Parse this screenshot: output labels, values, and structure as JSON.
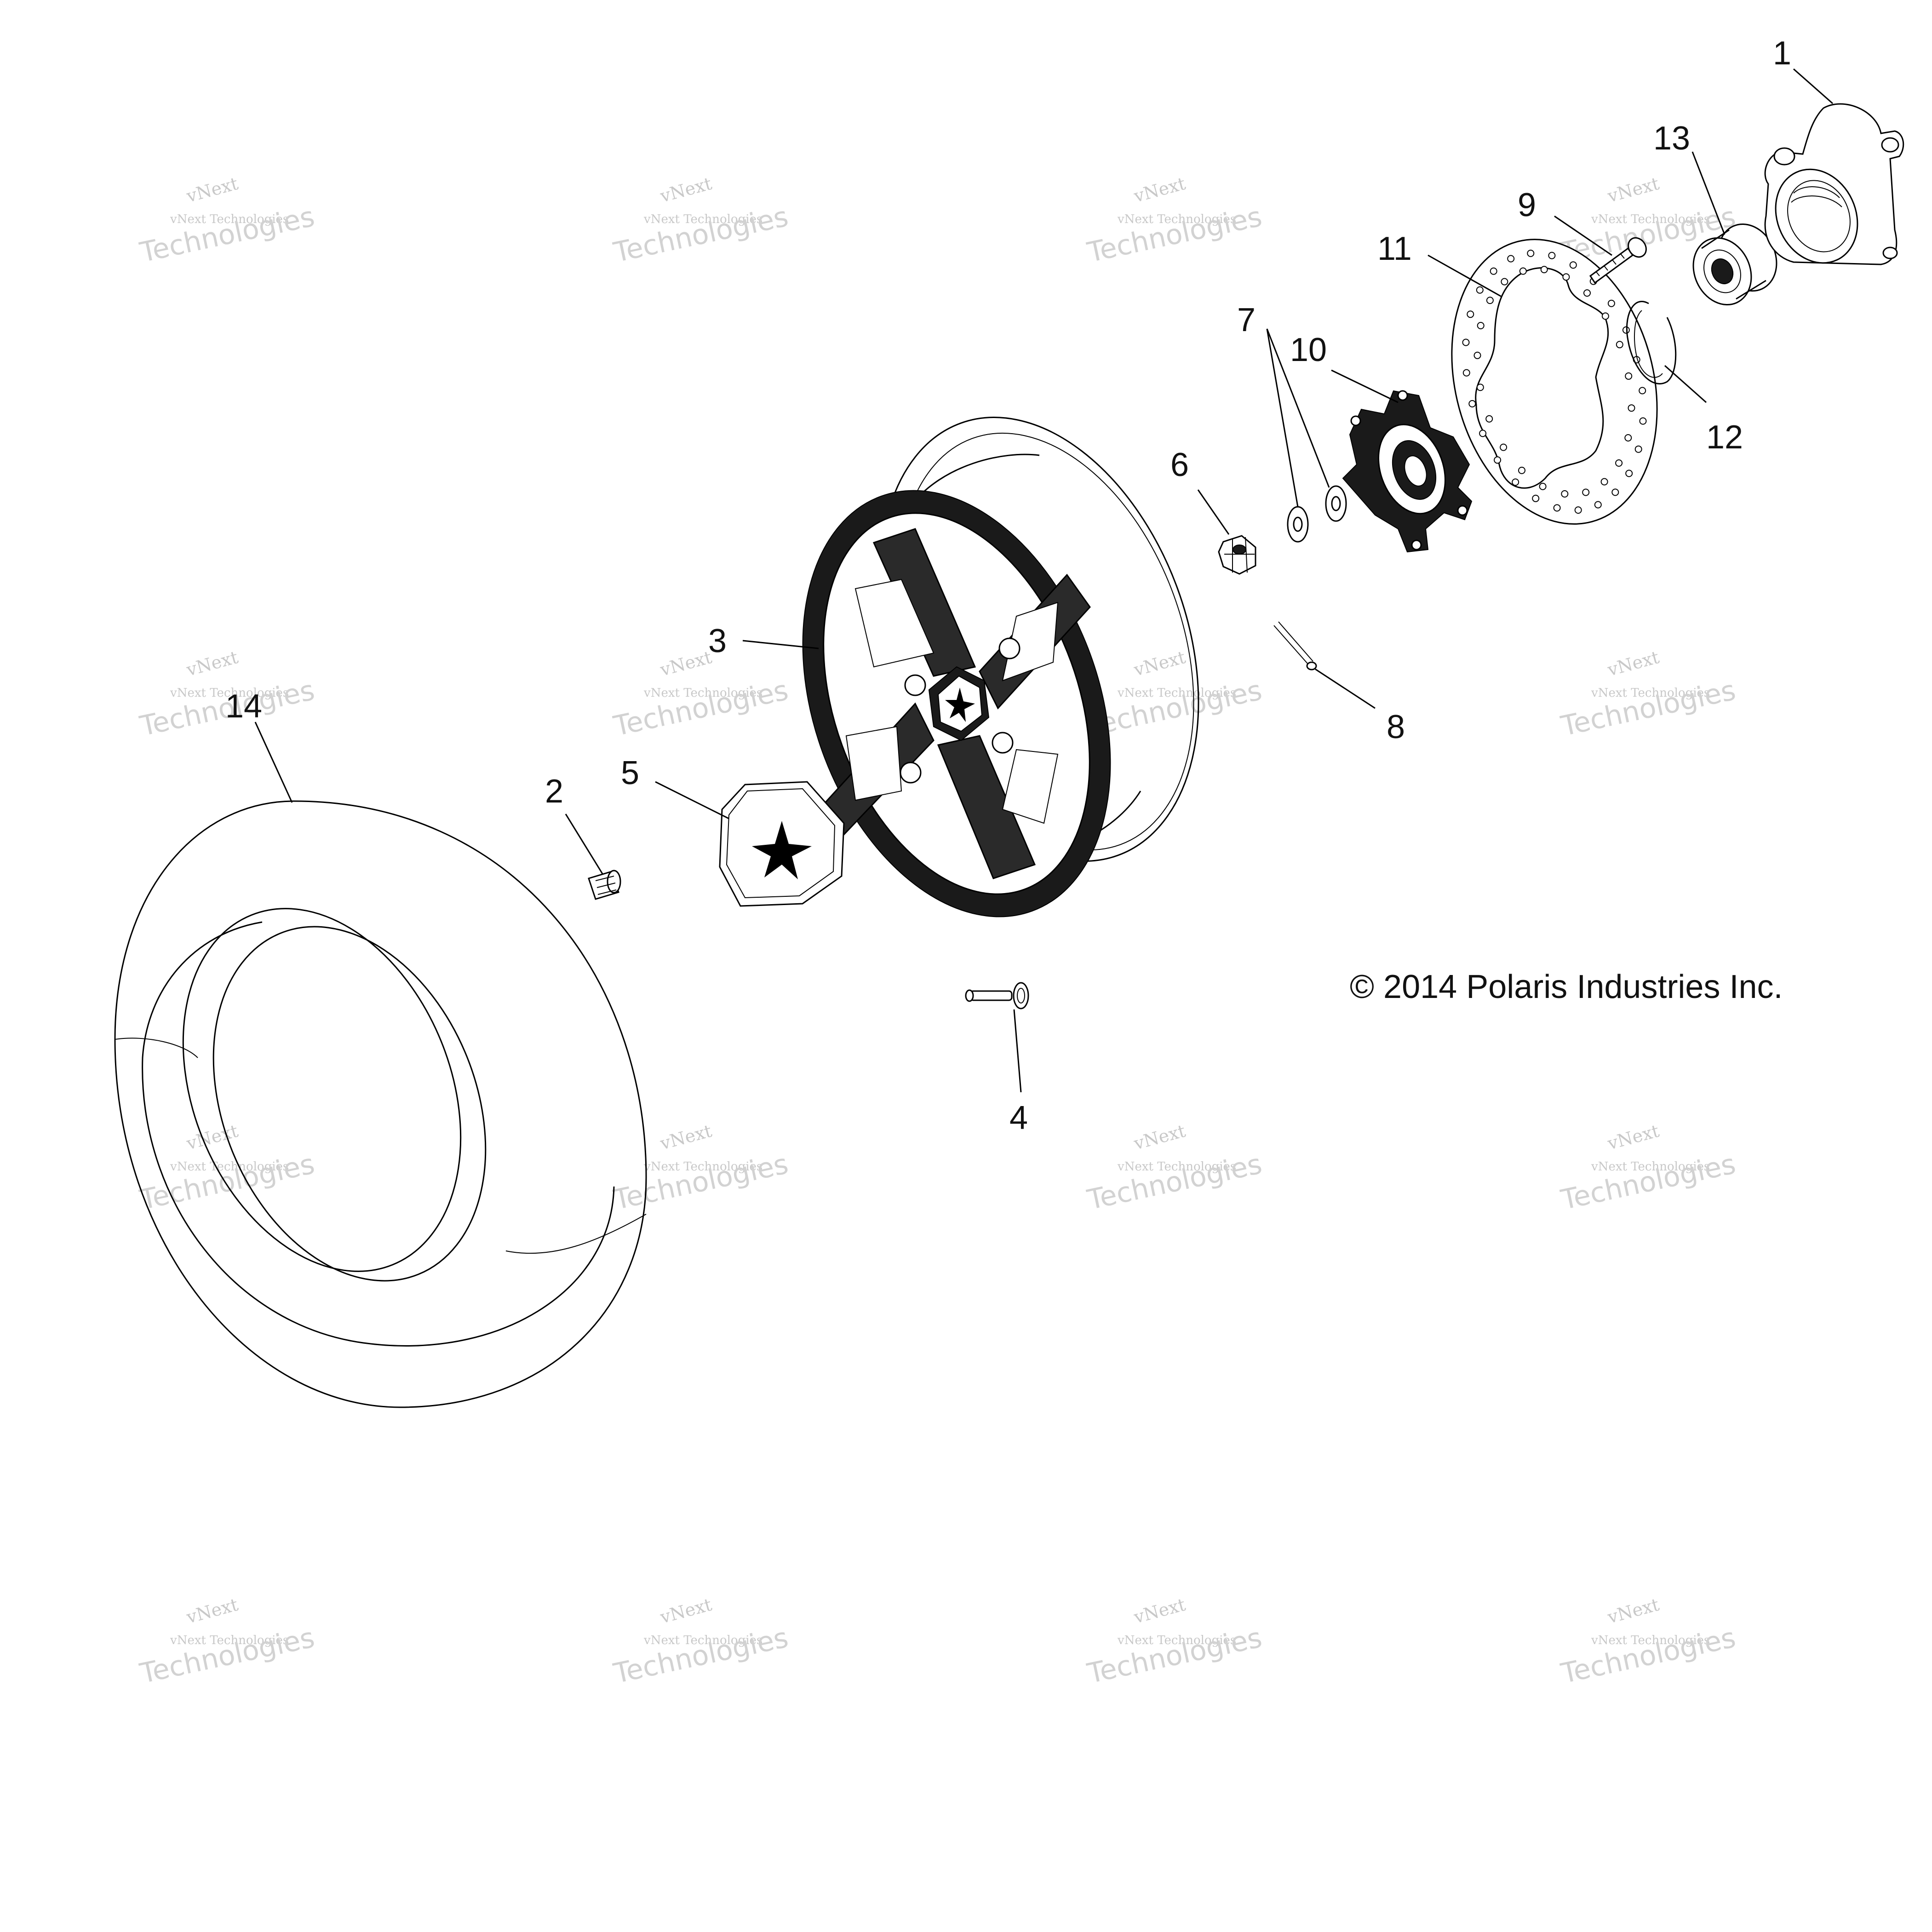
{
  "callouts": {
    "c1": "1",
    "c2": "2",
    "c3": "3",
    "c4": "4",
    "c5": "5",
    "c6": "6",
    "c7": "7",
    "c8": "8",
    "c9": "9",
    "c10": "10",
    "c11": "11",
    "c12": "12",
    "c13": "13",
    "c14": "14"
  },
  "copyright": "© 2014 Polaris Industries Inc.",
  "watermark": {
    "line1": "vNext",
    "line2": "vNext Technologies",
    "line3": "Technologies"
  },
  "parts": [
    {
      "ref": "1",
      "part": "steering-knuckle"
    },
    {
      "ref": "2",
      "part": "lug-nut"
    },
    {
      "ref": "3",
      "part": "wheel-rim"
    },
    {
      "ref": "4",
      "part": "valve-stem"
    },
    {
      "ref": "5",
      "part": "center-cap"
    },
    {
      "ref": "6",
      "part": "castle-nut"
    },
    {
      "ref": "7",
      "part": "washers"
    },
    {
      "ref": "8",
      "part": "cotter-pin"
    },
    {
      "ref": "9",
      "part": "brake-disc-bolt"
    },
    {
      "ref": "10",
      "part": "wheel-hub"
    },
    {
      "ref": "11",
      "part": "brake-disc"
    },
    {
      "ref": "12",
      "part": "retaining-ring"
    },
    {
      "ref": "13",
      "part": "wheel-bearing"
    },
    {
      "ref": "14",
      "part": "tire"
    }
  ]
}
